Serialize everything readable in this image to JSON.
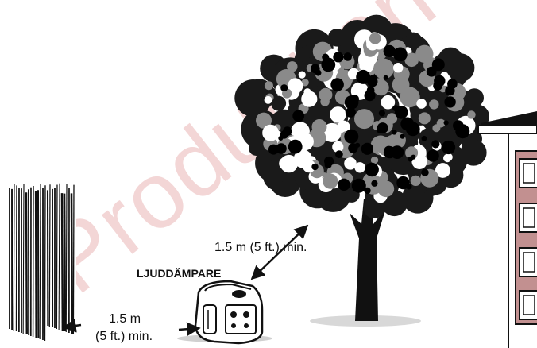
{
  "watermark": "Production",
  "labels": {
    "muffler": "LJUDDÄMPARE",
    "tree_distance": "1.5 m (5 ft.) min.",
    "fence_distance_line1": "1.5 m",
    "fence_distance_line2": "(5 ft.) min."
  },
  "colors": {
    "watermark": "#f1cfcf",
    "house_wall": "#c29090",
    "ink": "#111111"
  }
}
